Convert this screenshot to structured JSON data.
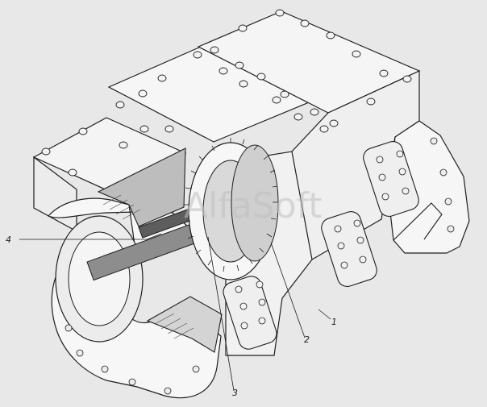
{
  "image": {
    "background": "#e8e8e8",
    "line_color": "#1f1f1f",
    "fill_light": "#f4f4f4",
    "fill_mid": "#d7d7d7",
    "fill_dark": "#9a9a9a"
  },
  "watermark": {
    "text": "AlfaSoft"
  },
  "callouts": [
    {
      "id": "1",
      "label": "1"
    },
    {
      "id": "2",
      "label": "2"
    },
    {
      "id": "3",
      "label": "3"
    },
    {
      "id": "4",
      "label": "4"
    }
  ]
}
